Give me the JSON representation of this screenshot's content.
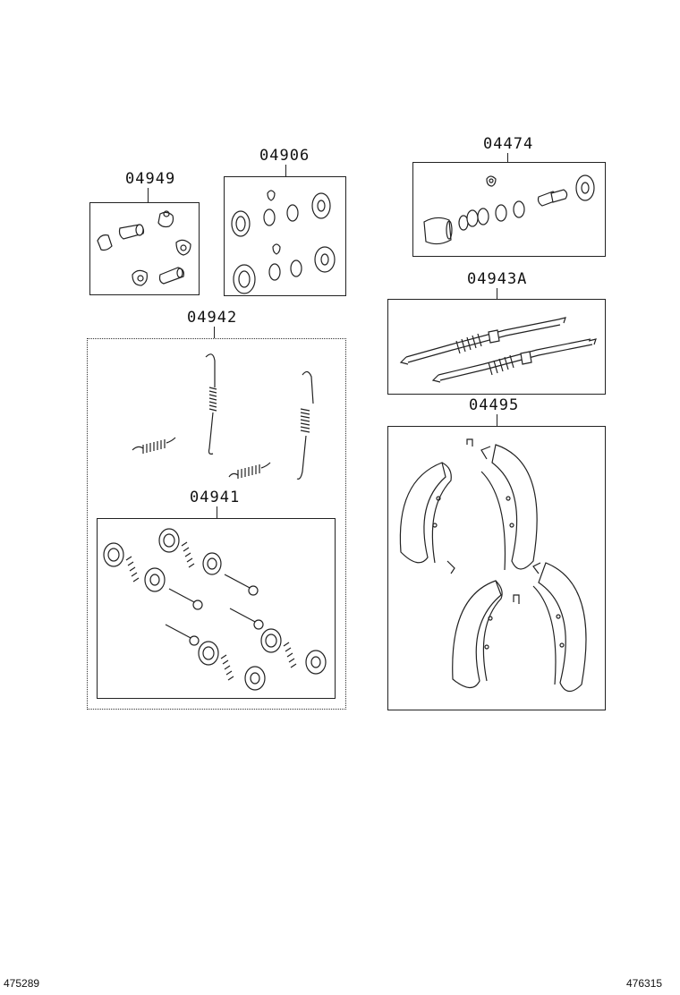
{
  "kits": [
    {
      "id": "kit-04949",
      "code": "04949"
    },
    {
      "id": "kit-04906",
      "code": "04906"
    },
    {
      "id": "kit-04474",
      "code": "04474"
    },
    {
      "id": "kit-04943a",
      "code": "04943A"
    },
    {
      "id": "kit-04942",
      "code": "04942"
    },
    {
      "id": "kit-04941",
      "code": "04941"
    },
    {
      "id": "kit-04495",
      "code": "04495"
    }
  ],
  "footer": {
    "left_id": "475289",
    "right_id": "476315"
  },
  "colors": {
    "line": "#222222",
    "background": "#ffffff"
  }
}
